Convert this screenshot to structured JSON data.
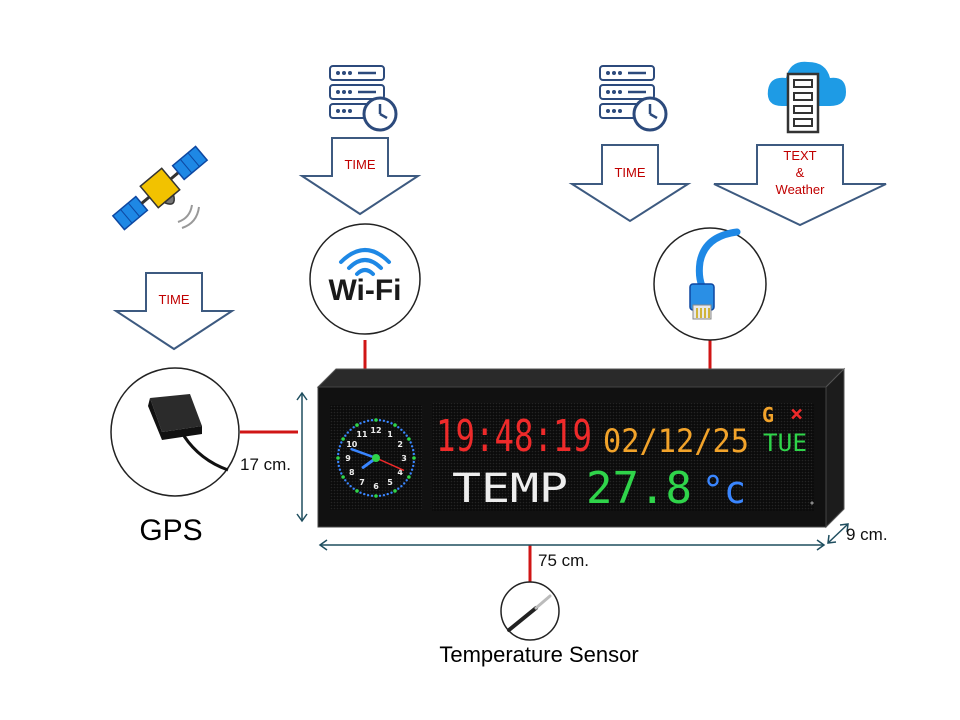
{
  "arrows": {
    "gps_time": "TIME",
    "wifi_time": "TIME",
    "lan_time": "TIME",
    "lan_text_line1": "TEXT",
    "lan_text_line2": "&",
    "lan_text_line3": "Weather"
  },
  "icons": {
    "wifi_text": "Wi-Fi"
  },
  "display": {
    "time": "19:48:19",
    "date": "02/12/25",
    "status_g": "G",
    "status_x": "×",
    "day": "TUE",
    "temp_label": "TEMP",
    "temp_value": "27.8",
    "temp_unit": "°c",
    "clock_numbers": [
      "12",
      "1",
      "2",
      "3",
      "4",
      "5",
      "6",
      "7",
      "8",
      "9",
      "10",
      "11"
    ],
    "clock_hour": 7,
    "clock_minute": 48,
    "clock_second": 19
  },
  "dimensions": {
    "height": "17 cm.",
    "width": "75 cm.",
    "depth": "9 cm."
  },
  "labels": {
    "gps": "GPS",
    "temperature_sensor": "Temperature Sensor"
  },
  "colors": {
    "arrow_stroke": "#3d5a80",
    "connector": "#d01515",
    "led_red": "#ee2a2a",
    "led_orange": "#f2a32a",
    "led_green": "#2fd44a",
    "led_white": "#eeeeee",
    "led_blue": "#3a86ff",
    "icon_blue": "#1e88e5"
  }
}
